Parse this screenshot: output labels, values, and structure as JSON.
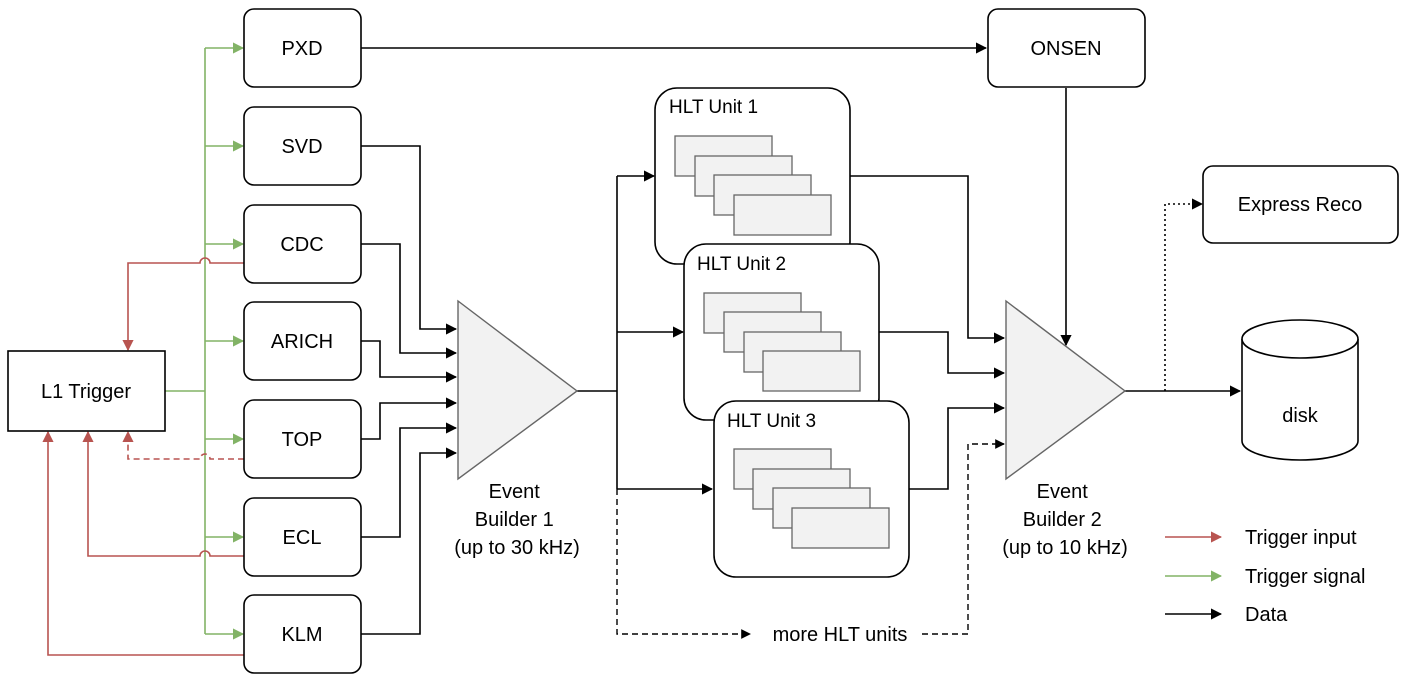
{
  "detectors": [
    "PXD",
    "SVD",
    "CDC",
    "ARICH",
    "TOP",
    "ECL",
    "KLM"
  ],
  "l1_trigger": "L1 Trigger",
  "onsen": "ONSEN",
  "hlt_units": [
    "HLT Unit 1",
    "HLT Unit 2",
    "HLT Unit 3"
  ],
  "more_hlt": "more HLT units",
  "eb1": [
    "Event",
    "Builder 1",
    "(up to 30 kHz)"
  ],
  "eb2": [
    "Event",
    "Builder 2",
    "(up to 10 kHz)"
  ],
  "express_reco": "Express Reco",
  "disk": "disk",
  "legend": [
    {
      "label": "Trigger input",
      "color": "#b85450"
    },
    {
      "label": "Trigger signal",
      "color": "#82b366"
    },
    {
      "label": "Data",
      "color": "#000000"
    }
  ]
}
